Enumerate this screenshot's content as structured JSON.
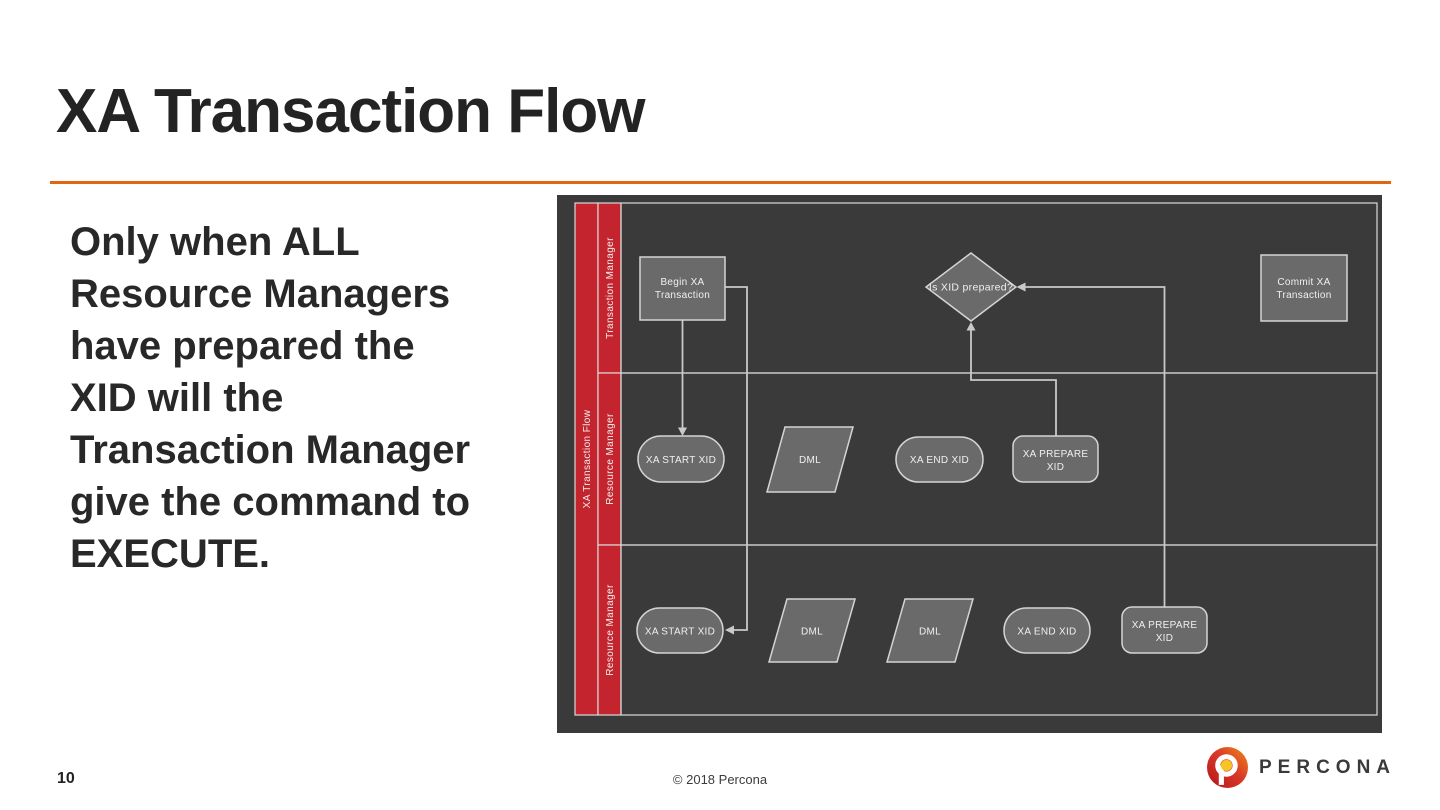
{
  "slide": {
    "title": "XA Transaction Flow",
    "body": "Only when ALL\nResource Managers\nhave prepared the\nXID will the\nTransaction Manager\ngive the command to\nEXECUTE.",
    "page_number": "10",
    "copyright": "© 2018 Percona",
    "brand": "PERCONA"
  },
  "colors": {
    "accent_orange": "#e0670f",
    "percona_red": "#c4242e",
    "diagram_background": "#3a3a3a",
    "shape_fill": "#6a6a6a",
    "shape_border": "#d4d4d4",
    "connector": "#c9c9c9",
    "title_text": "#232323",
    "logo_yellow": "#f5c526"
  },
  "diagram": {
    "title_bar": "XA Transaction Flow",
    "lane_labels": [
      "Transaction Manager",
      "Resource Manager",
      "Resource Manager"
    ],
    "nodes": {
      "begin": {
        "l1": "Begin XA",
        "l2": "Transaction"
      },
      "decision": {
        "label": "Is XID prepared?"
      },
      "commit": {
        "l1": "Commit XA",
        "l2": "Transaction"
      },
      "rm1": {
        "start": "XA START XID",
        "dml": "DML",
        "end": "XA END XID",
        "prepare_l1": "XA PREPARE",
        "prepare_l2": "XID"
      },
      "rm2": {
        "start": "XA START XID",
        "dml1": "DML",
        "dml2": "DML",
        "end": "XA END XID",
        "prepare_l1": "XA PREPARE",
        "prepare_l2": "XID"
      }
    },
    "edges": [
      {
        "from": "begin-xa-transaction",
        "to": "xa-start-xid-rm2"
      },
      {
        "from": "begin-xa-transaction",
        "to": "xa-start-xid-rm1"
      },
      {
        "from": "xa-prepare-xid-rm1",
        "to": "is-xid-prepared"
      },
      {
        "from": "xa-prepare-xid-rm2",
        "to": "is-xid-prepared"
      }
    ]
  }
}
